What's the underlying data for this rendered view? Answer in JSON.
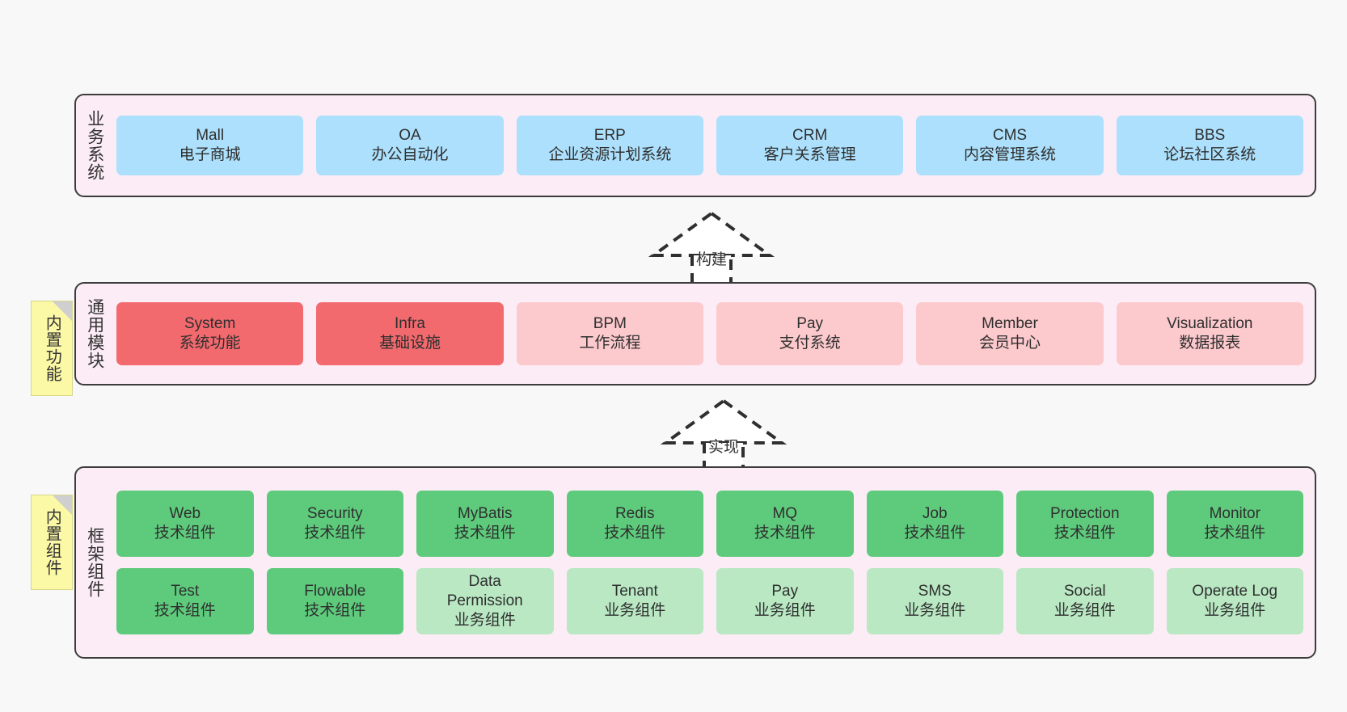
{
  "diagram": {
    "background_color": "#f8f8f8",
    "section_fill": "#fbecf6",
    "section_border": "#3d3d3d",
    "note_fill": "#fbf8a6"
  },
  "sections": [
    {
      "key": "business",
      "label": "业务系统",
      "rows": [
        [
          {
            "title": "Mall",
            "sub": "电子商城",
            "color": "#ace0fc",
            "variant": "c-blue"
          },
          {
            "title": "OA",
            "sub": "办公自动化",
            "color": "#ace0fc",
            "variant": "c-blue"
          },
          {
            "title": "ERP",
            "sub": "企业资源计划系统",
            "color": "#ace0fc",
            "variant": "c-blue"
          },
          {
            "title": "CRM",
            "sub": "客户关系管理",
            "color": "#ace0fc",
            "variant": "c-blue"
          },
          {
            "title": "CMS",
            "sub": "内容管理系统",
            "color": "#ace0fc",
            "variant": "c-blue"
          },
          {
            "title": "BBS",
            "sub": "论坛社区系统",
            "color": "#ace0fc",
            "variant": "c-blue"
          }
        ]
      ]
    },
    {
      "key": "common-modules",
      "label": "通用模块",
      "note": "内置功能",
      "rows": [
        [
          {
            "title": "System",
            "sub": "系统功能",
            "color": "#f2696e",
            "variant": "c-red"
          },
          {
            "title": "Infra",
            "sub": "基础设施",
            "color": "#f2696e",
            "variant": "c-red"
          },
          {
            "title": "BPM",
            "sub": "工作流程",
            "color": "#fcc9cd",
            "variant": "c-pink"
          },
          {
            "title": "Pay",
            "sub": "支付系统",
            "color": "#fcc9cd",
            "variant": "c-pink"
          },
          {
            "title": "Member",
            "sub": "会员中心",
            "color": "#fcc9cd",
            "variant": "c-pink"
          },
          {
            "title": "Visualization",
            "sub": "数据报表",
            "color": "#fcc9cd",
            "variant": "c-pink"
          }
        ]
      ]
    },
    {
      "key": "framework-components",
      "label": "框架组件",
      "note": "内置组件",
      "rows": [
        [
          {
            "title": "Web",
            "sub": "技术组件",
            "color": "#5ecb7c",
            "variant": "c-green"
          },
          {
            "title": "Security",
            "sub": "技术组件",
            "color": "#5ecb7c",
            "variant": "c-green"
          },
          {
            "title": "MyBatis",
            "sub": "技术组件",
            "color": "#5ecb7c",
            "variant": "c-green"
          },
          {
            "title": "Redis",
            "sub": "技术组件",
            "color": "#5ecb7c",
            "variant": "c-green"
          },
          {
            "title": "MQ",
            "sub": "技术组件",
            "color": "#5ecb7c",
            "variant": "c-green"
          },
          {
            "title": "Job",
            "sub": "技术组件",
            "color": "#5ecb7c",
            "variant": "c-green"
          },
          {
            "title": "Protection",
            "sub": "技术组件",
            "color": "#5ecb7c",
            "variant": "c-green"
          },
          {
            "title": "Monitor",
            "sub": "技术组件",
            "color": "#5ecb7c",
            "variant": "c-green"
          }
        ],
        [
          {
            "title": "Test",
            "sub": "技术组件",
            "color": "#5ecb7c",
            "variant": "c-green"
          },
          {
            "title": "Flowable",
            "sub": "技术组件",
            "color": "#5ecb7c",
            "variant": "c-green"
          },
          {
            "title": "Data Permission",
            "sub": "业务组件",
            "color": "#b9e8c3",
            "variant": "c-green-light"
          },
          {
            "title": "Tenant",
            "sub": "业务组件",
            "color": "#b9e8c3",
            "variant": "c-green-light"
          },
          {
            "title": "Pay",
            "sub": "业务组件",
            "color": "#b9e8c3",
            "variant": "c-green-light"
          },
          {
            "title": "SMS",
            "sub": "业务组件",
            "color": "#b9e8c3",
            "variant": "c-green-light"
          },
          {
            "title": "Social",
            "sub": "业务组件",
            "color": "#b9e8c3",
            "variant": "c-green-light"
          },
          {
            "title": "Operate Log",
            "sub": "业务组件",
            "color": "#b9e8c3",
            "variant": "c-green-light"
          }
        ]
      ]
    }
  ],
  "connectors": [
    {
      "key": "build",
      "label": "构建",
      "from": "common-modules",
      "to": "business"
    },
    {
      "key": "implement",
      "label": "实现",
      "from": "framework-components",
      "to": "common-modules"
    }
  ]
}
